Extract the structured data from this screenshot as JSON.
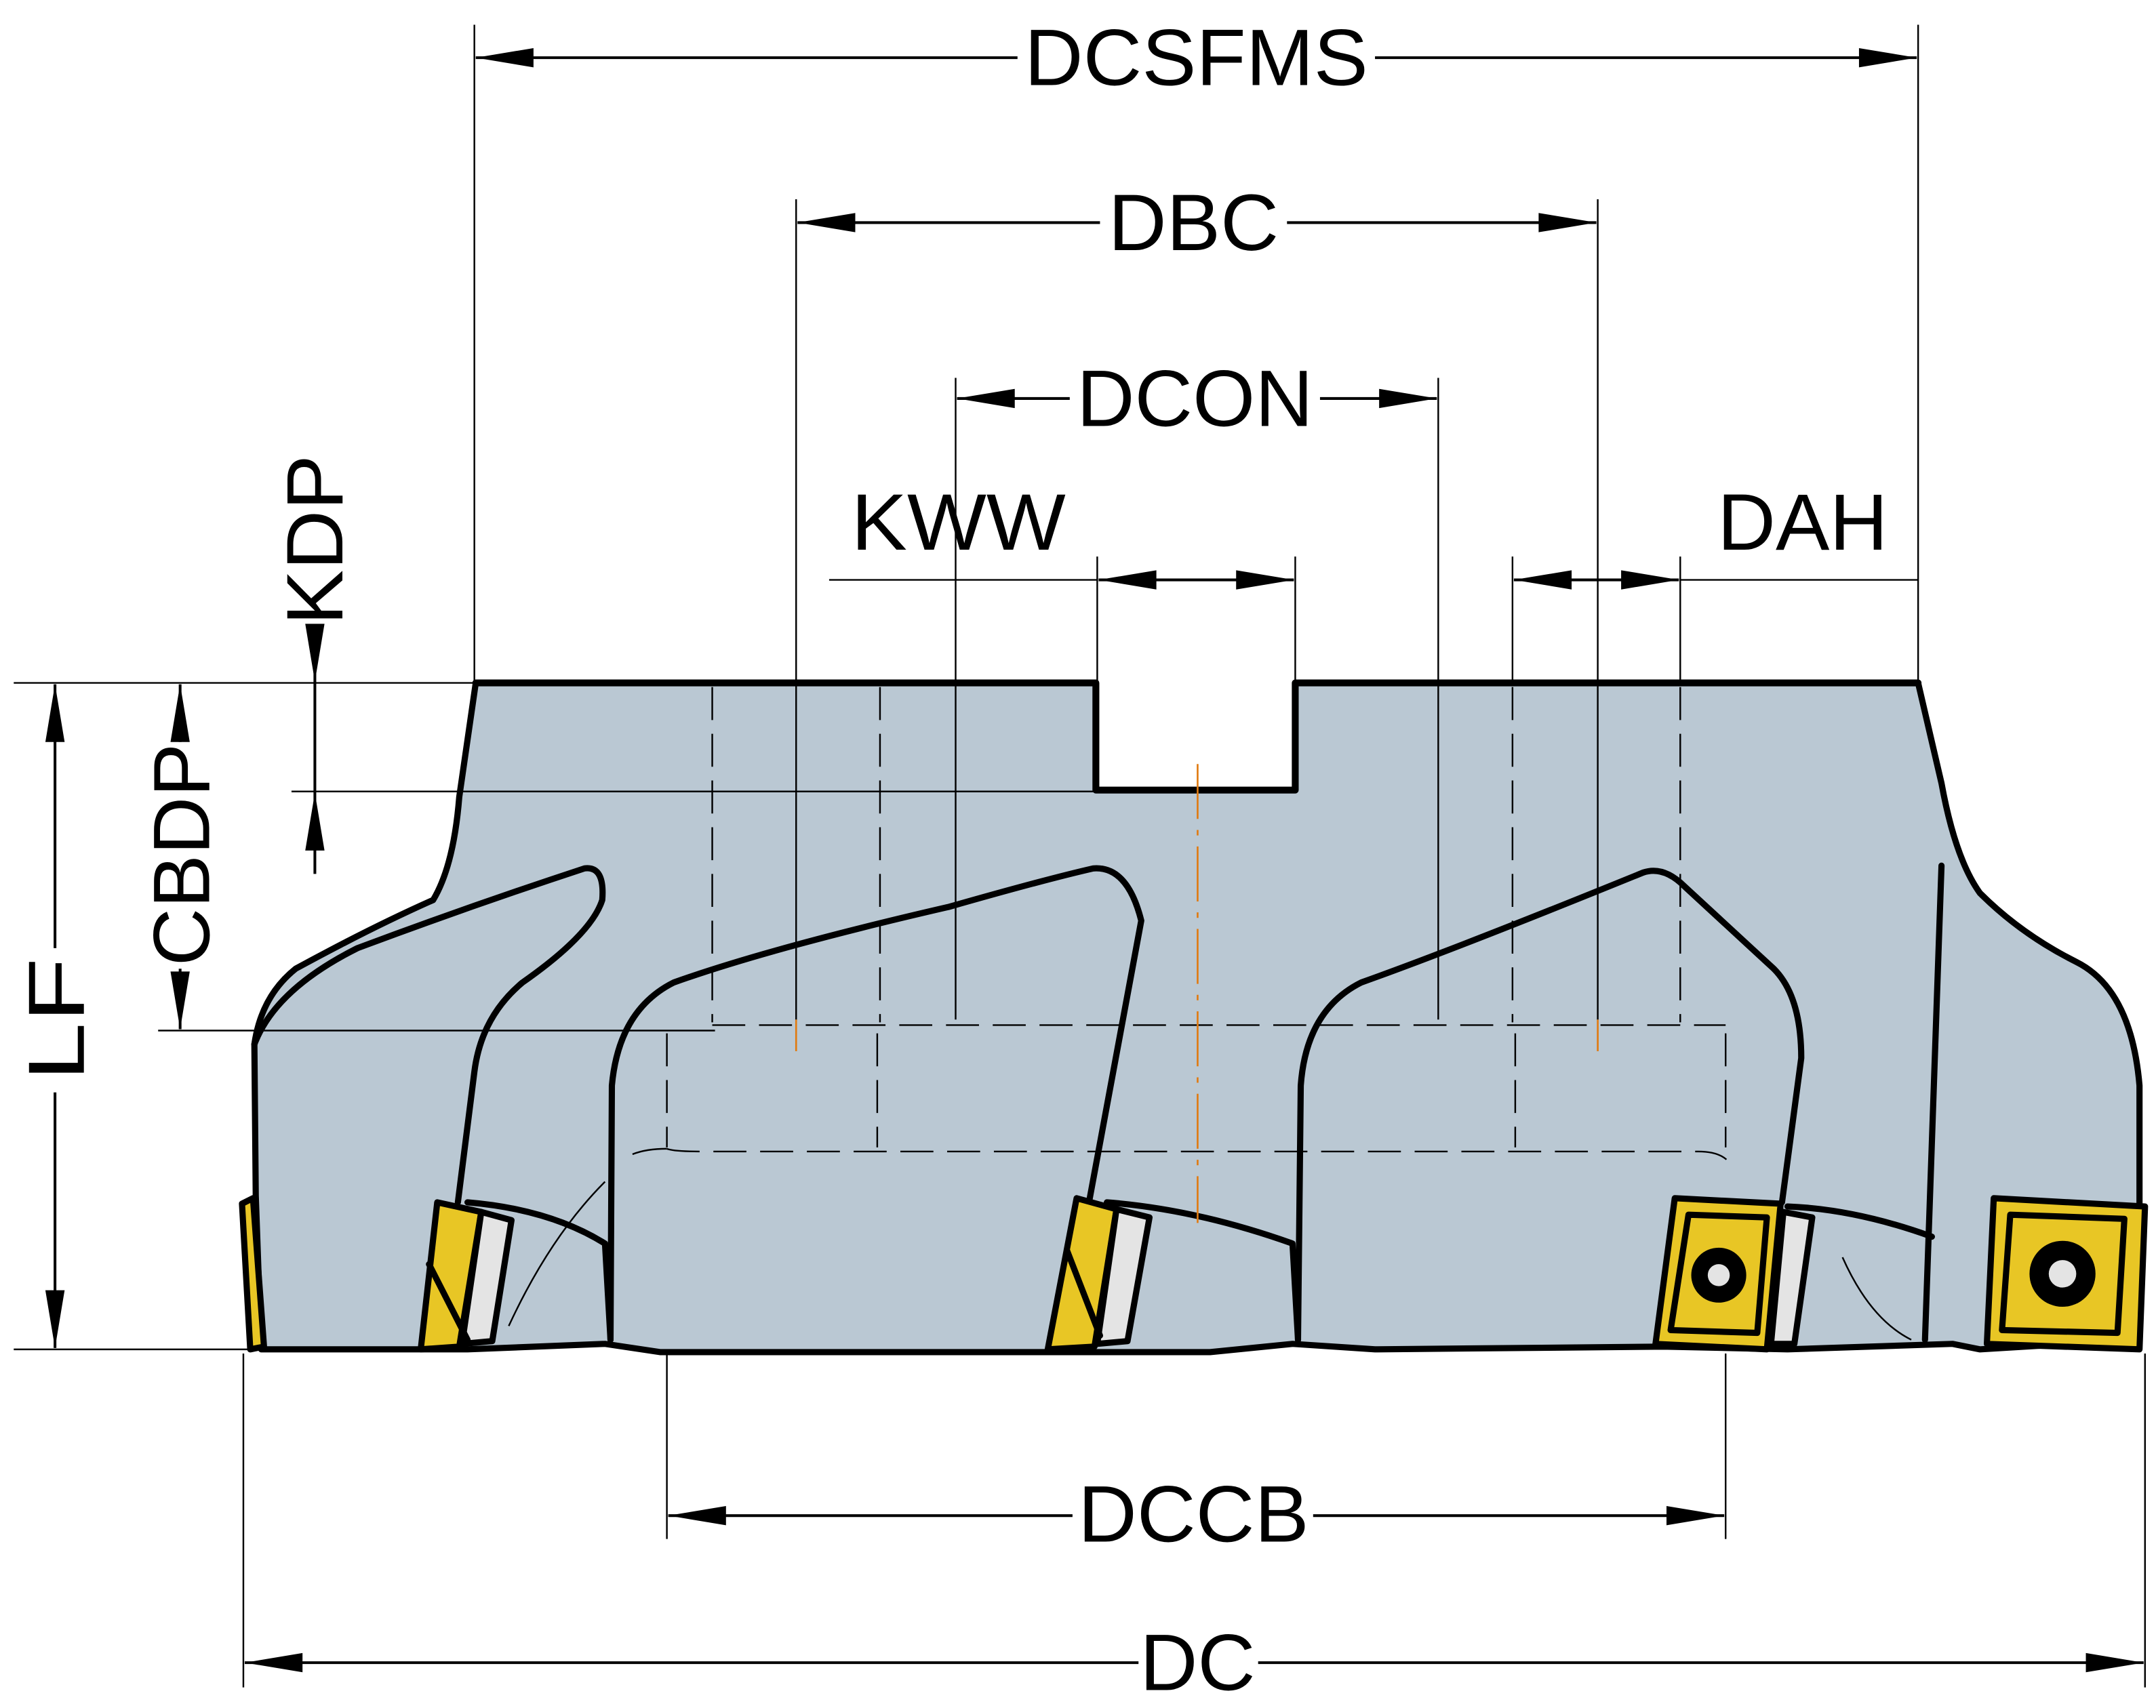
{
  "figure": {
    "type": "technical-drawing",
    "subject": "face milling cutter side view with dimension callouts",
    "colors": {
      "body": "#bac8d3",
      "insert": "#e8c625",
      "wedge": "#e4e4e4",
      "outline": "#000000",
      "centerline": "#e07a10",
      "background": "#ffffff"
    }
  },
  "dimensions": {
    "dcsfms": "DCSFMS",
    "dbc": "DBC",
    "dcon": "DCON",
    "kww": "KWW",
    "dah": "DAH",
    "kdp": "KDP",
    "cbdp": "CBDP",
    "lf": "LF",
    "dccb": "DCCB",
    "dc": "DC"
  }
}
